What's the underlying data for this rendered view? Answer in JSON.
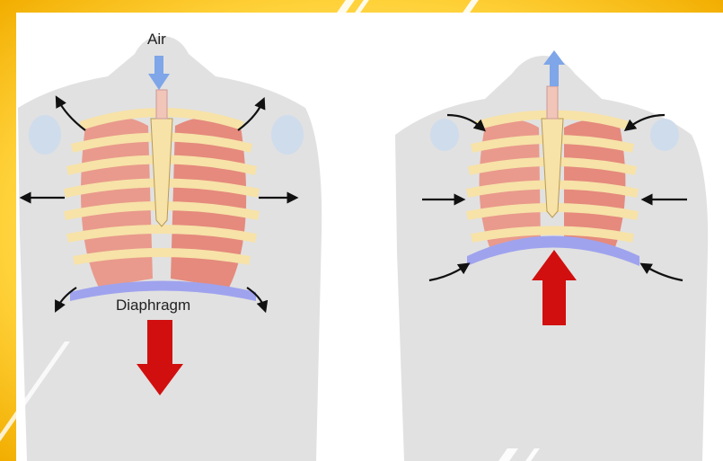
{
  "labels": {
    "air": "Air",
    "diaphragm": "Diaphragm"
  },
  "panels": [
    {
      "id": "inhalation",
      "diaphragm_arrow": "down",
      "air_arrow": "in"
    },
    {
      "id": "exhalation",
      "diaphragm_arrow": "up",
      "air_arrow": "out"
    }
  ],
  "colors": {
    "frame": "#f5b800",
    "body": "#dcdcdc",
    "rib": "#f7e2a8",
    "rib_outline": "#b89a55",
    "lung": "#e99a8c",
    "diaphragm": "#9fa3ee",
    "arrow_red": "#d10f0f",
    "arrow_blue": "#7ea6e8",
    "arrow_black": "#111111"
  },
  "icons": {
    "diaphragm_arrow": "big-red-arrow-icon",
    "air_arrow": "blue-air-arrow-icon",
    "expansion_arrow": "curved-black-arrow-icon"
  }
}
